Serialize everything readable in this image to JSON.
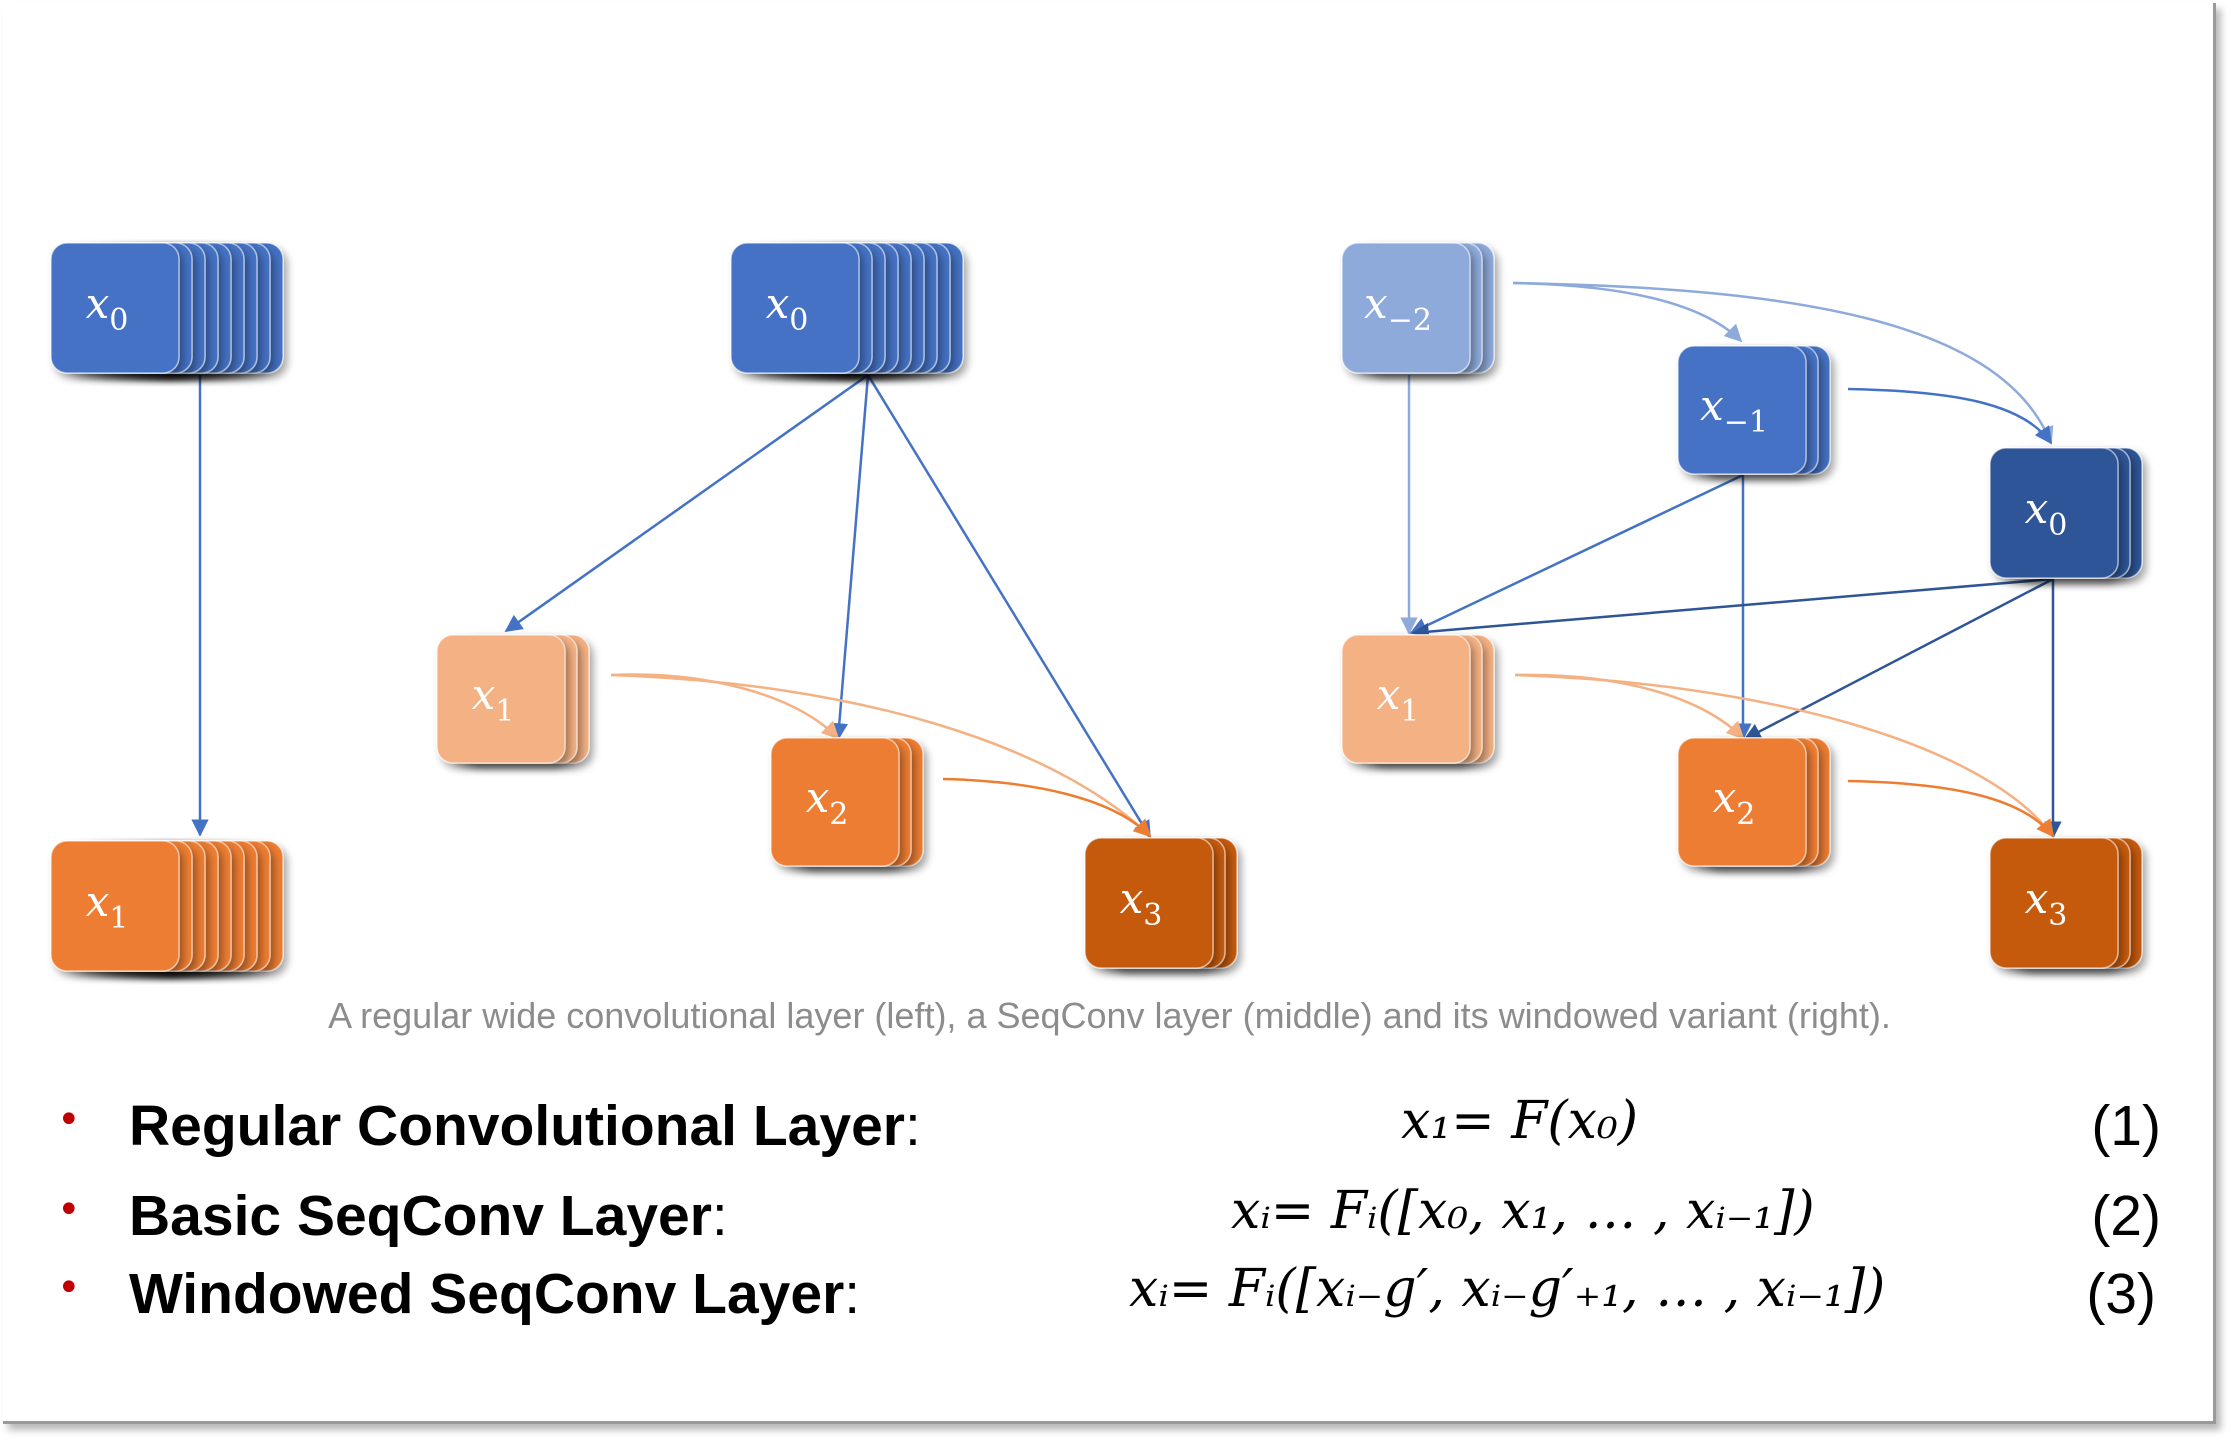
{
  "colors": {
    "blue": "#4472c4",
    "blue_light": "#8eaadb",
    "blue_dark": "#2f5597",
    "orange": "#ed7d31",
    "orange_light": "#f4b183",
    "orange_dark": "#c55a11",
    "bullet_red": "#c00000",
    "caption_gray": "#8c8c8c"
  },
  "diagram": {
    "left": {
      "nodes": [
        "x_0",
        "x_1"
      ]
    },
    "middle": {
      "nodes": [
        "x_0",
        "x_1",
        "x_2",
        "x_3"
      ]
    },
    "right": {
      "nodes": [
        "x_-2",
        "x_-1",
        "x_0",
        "x_1",
        "x_2",
        "x_3"
      ]
    }
  },
  "caption": "A regular wide convolutional layer (left), a SeqConv layer (middle) and its windowed variant (right).",
  "equations": [
    {
      "label": "Regular Convolutional Layer",
      "colon": ":",
      "formula": "x₁= F(x₀)",
      "number": "(1)"
    },
    {
      "label": "Basic SeqConv Layer",
      "colon": ":",
      "formula": "xᵢ= Fᵢ([x₀, x₁, … , xᵢ₋₁])",
      "number": "(2)"
    },
    {
      "label": "Windowed SeqConv Layer",
      "colon": ":",
      "formula": "xᵢ= Fᵢ([xᵢ₋g′, xᵢ₋g′₊₁, … , xᵢ₋₁])",
      "number": "(3)"
    }
  ]
}
